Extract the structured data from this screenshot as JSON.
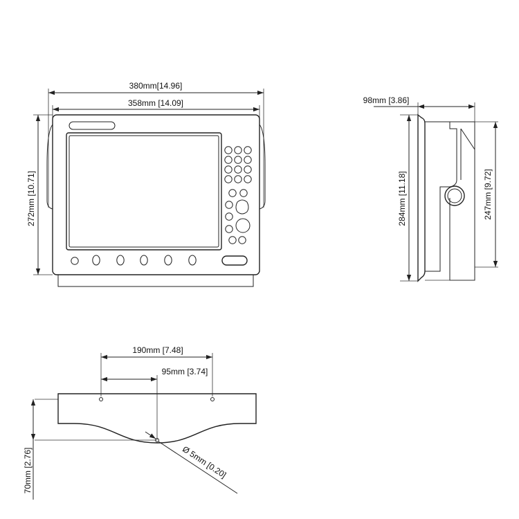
{
  "front_view": {
    "overall_width": "380mm[14.96]",
    "inner_width": "358mm [14.09]",
    "height": "272mm [10.71]"
  },
  "side_view": {
    "depth": "98mm [3.86]",
    "total_height": "284mm [11.18]",
    "bracket_height": "247mm [9.72]"
  },
  "bracket_view": {
    "hole_spacing": "190mm [7.48]",
    "center_offset": "95mm [3.74]",
    "hole_diameter": "Ø 5mm [0.20]",
    "height": "70mm [2.76]"
  }
}
